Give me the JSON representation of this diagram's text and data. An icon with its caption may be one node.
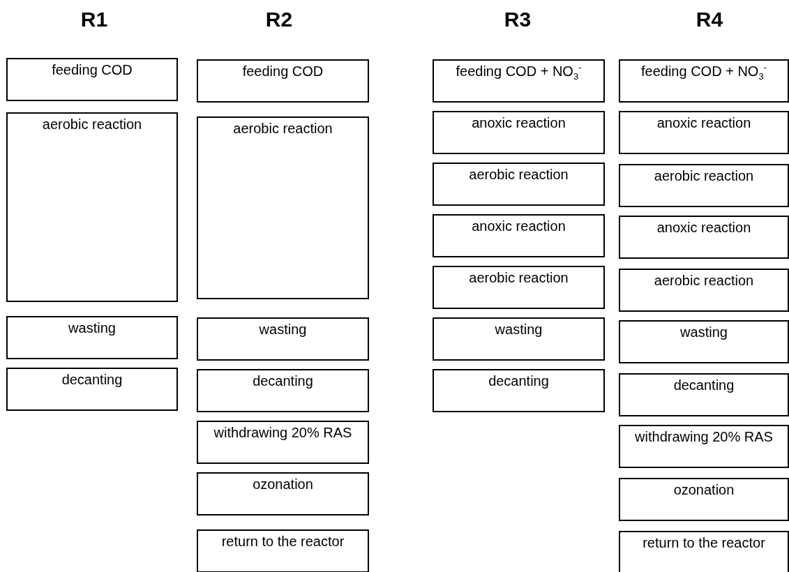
{
  "diagram": {
    "nodes": [
      {
        "text": [
          "feeding COD"
        ]
      },
      {
        "text": [
          "aerobic reaction"
        ]
      },
      {
        "text": [
          "wasting"
        ]
      },
      {
        "text": [
          "decanting"
        ]
      },
      {
        "text": [
          "feeding COD"
        ]
      },
      {
        "text": [
          "aerobic reaction"
        ]
      },
      {
        "text": [
          "wasting"
        ]
      },
      {
        "text": [
          "decanting"
        ]
      },
      {
        "text": [
          "withdrawing 20% RAS"
        ]
      },
      {
        "text": [
          "ozonation"
        ]
      },
      {
        "text": [
          "return to the reactor"
        ]
      },
      {
        "text": [
          "feeding COD + NO$_{3}$$^{-}$"
        ]
      },
      {
        "text": [
          "anoxic reaction"
        ]
      },
      {
        "text": [
          "aerobic reaction"
        ]
      },
      {
        "text": [
          "anoxic reaction"
        ]
      },
      {
        "text": [
          "aerobic reaction"
        ]
      },
      {
        "text": [
          "wasting"
        ]
      },
      {
        "text": [
          "decanting"
        ]
      },
      {
        "text": [
          "feeding COD + NO$_{3}$$^{-}$"
        ]
      },
      {
        "text": [
          "anoxic reaction"
        ]
      },
      {
        "text": [
          "aerobic reaction"
        ]
      },
      {
        "text": [
          "anoxic reaction"
        ]
      },
      {
        "text": [
          "aerobic reaction"
        ]
      },
      {
        "text": [
          "wasting"
        ]
      },
      {
        "text": [
          "decanting"
        ]
      },
      {
        "text": [
          "withdrawing 20% RAS"
        ]
      },
      {
        "text": [
          "ozonation"
        ]
      },
      {
        "text": [
          "return to the reactor"
        ]
      }
    ],
    "labels": [
      "R1",
      "R2",
      "R3",
      "R4"
    ]
  }
}
